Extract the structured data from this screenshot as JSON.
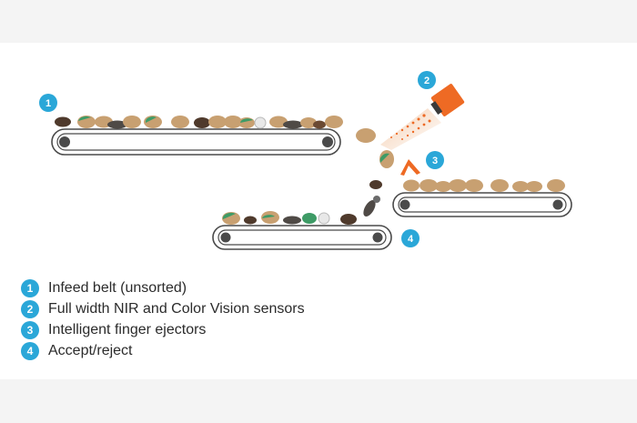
{
  "colors": {
    "badge": "#2aa7d8",
    "belt_stroke": "#4a4a4a",
    "potato": "#c8a071",
    "potato_dark": "#6b4a33",
    "rock": "#4f4a46",
    "green_potato": "#3e9b66",
    "sensor": "#ee6a24",
    "ejector": "#ee6a24"
  },
  "markers": [
    {
      "id": "1",
      "label": "1"
    },
    {
      "id": "2",
      "label": "2"
    },
    {
      "id": "3",
      "label": "3"
    },
    {
      "id": "4",
      "label": "4"
    }
  ],
  "legend": [
    {
      "number": "1",
      "text": "Infeed belt (unsorted)"
    },
    {
      "number": "2",
      "text": "Full width NIR and Color Vision sensors"
    },
    {
      "number": "3",
      "text": "Intelligent finger ejectors"
    },
    {
      "number": "4",
      "text": "Accept/reject"
    }
  ]
}
